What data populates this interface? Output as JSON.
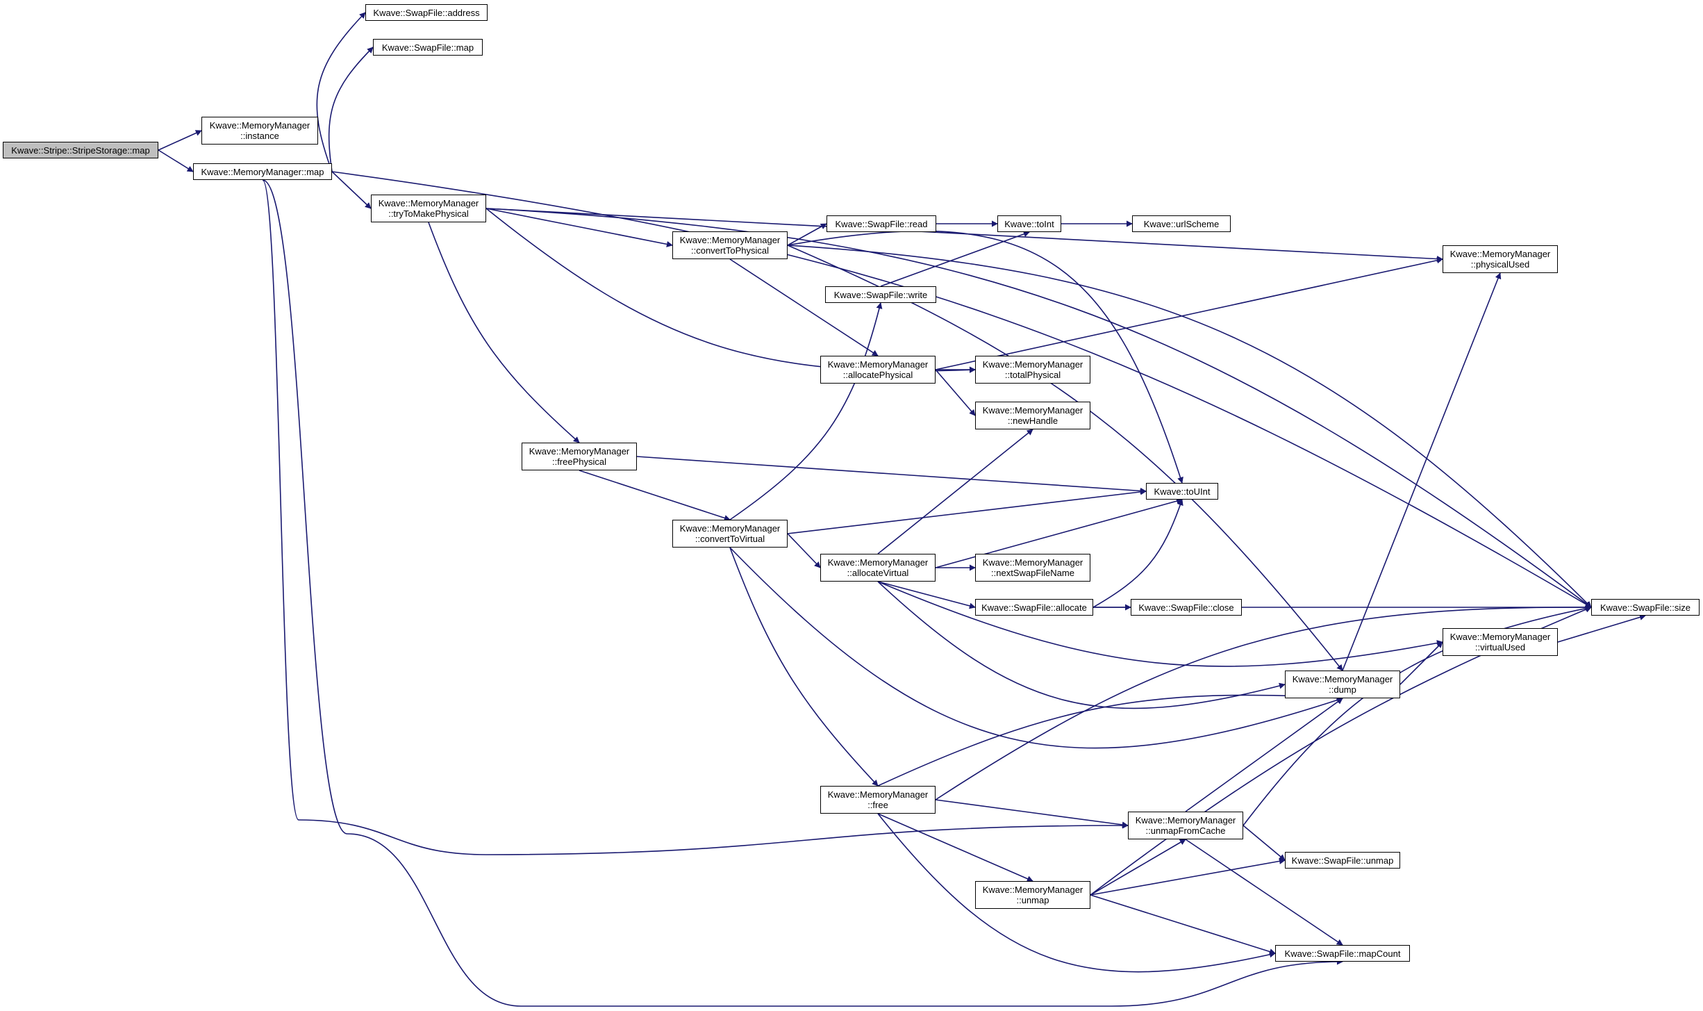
{
  "diagram": {
    "type": "call-graph",
    "colors": {
      "edge": "#191970",
      "node_border": "#000000",
      "root_fill": "#bfbfbf",
      "node_fill": "#ffffff"
    },
    "nodes": [
      {
        "id": "root",
        "lines": [
          "Kwave::Stripe::StripeStorage::map"
        ],
        "root": true
      },
      {
        "id": "mm_instance",
        "lines": [
          "Kwave::MemoryManager",
          "::instance"
        ]
      },
      {
        "id": "mm_map",
        "lines": [
          "Kwave::MemoryManager::map"
        ]
      },
      {
        "id": "sf_address",
        "lines": [
          "Kwave::SwapFile::address"
        ]
      },
      {
        "id": "sf_map",
        "lines": [
          "Kwave::SwapFile::map"
        ]
      },
      {
        "id": "mm_tryToMakePhysical",
        "lines": [
          "Kwave::MemoryManager",
          "::tryToMakePhysical"
        ]
      },
      {
        "id": "mm_convertToPhysical",
        "lines": [
          "Kwave::MemoryManager",
          "::convertToPhysical"
        ]
      },
      {
        "id": "sf_read",
        "lines": [
          "Kwave::SwapFile::read"
        ]
      },
      {
        "id": "k_toInt",
        "lines": [
          "Kwave::toInt"
        ]
      },
      {
        "id": "k_urlScheme",
        "lines": [
          "Kwave::urlScheme"
        ]
      },
      {
        "id": "sf_write",
        "lines": [
          "Kwave::SwapFile::write"
        ]
      },
      {
        "id": "mm_physicalUsed",
        "lines": [
          "Kwave::MemoryManager",
          "::physicalUsed"
        ]
      },
      {
        "id": "mm_allocatePhysical",
        "lines": [
          "Kwave::MemoryManager",
          "::allocatePhysical"
        ]
      },
      {
        "id": "mm_totalPhysical",
        "lines": [
          "Kwave::MemoryManager",
          "::totalPhysical"
        ]
      },
      {
        "id": "mm_newHandle",
        "lines": [
          "Kwave::MemoryManager",
          "::newHandle"
        ]
      },
      {
        "id": "mm_freePhysical",
        "lines": [
          "Kwave::MemoryManager",
          "::freePhysical"
        ]
      },
      {
        "id": "k_toUInt",
        "lines": [
          "Kwave::toUInt"
        ]
      },
      {
        "id": "mm_convertToVirtual",
        "lines": [
          "Kwave::MemoryManager",
          "::convertToVirtual"
        ]
      },
      {
        "id": "mm_allocateVirtual",
        "lines": [
          "Kwave::MemoryManager",
          "::allocateVirtual"
        ]
      },
      {
        "id": "mm_nextSwapFileName",
        "lines": [
          "Kwave::MemoryManager",
          "::nextSwapFileName"
        ]
      },
      {
        "id": "sf_allocate",
        "lines": [
          "Kwave::SwapFile::allocate"
        ]
      },
      {
        "id": "sf_close",
        "lines": [
          "Kwave::SwapFile::close"
        ]
      },
      {
        "id": "sf_size",
        "lines": [
          "Kwave::SwapFile::size"
        ]
      },
      {
        "id": "mm_virtualUsed",
        "lines": [
          "Kwave::MemoryManager",
          "::virtualUsed"
        ]
      },
      {
        "id": "mm_dump",
        "lines": [
          "Kwave::MemoryManager",
          "::dump"
        ]
      },
      {
        "id": "mm_free",
        "lines": [
          "Kwave::MemoryManager",
          "::free"
        ]
      },
      {
        "id": "mm_unmapFromCache",
        "lines": [
          "Kwave::MemoryManager",
          "::unmapFromCache"
        ]
      },
      {
        "id": "sf_unmap",
        "lines": [
          "Kwave::SwapFile::unmap"
        ]
      },
      {
        "id": "mm_unmap",
        "lines": [
          "Kwave::MemoryManager",
          "::unmap"
        ]
      },
      {
        "id": "sf_mapCount",
        "lines": [
          "Kwave::SwapFile::mapCount"
        ]
      }
    ],
    "edges": [
      [
        "root",
        "mm_instance"
      ],
      [
        "root",
        "mm_map"
      ],
      [
        "mm_map",
        "sf_address"
      ],
      [
        "mm_map",
        "sf_map"
      ],
      [
        "mm_map",
        "sf_size"
      ],
      [
        "mm_map",
        "mm_tryToMakePhysical"
      ],
      [
        "mm_map",
        "mm_unmapFromCache"
      ],
      [
        "mm_map",
        "sf_mapCount"
      ],
      [
        "mm_tryToMakePhysical",
        "sf_size"
      ],
      [
        "mm_tryToMakePhysical",
        "mm_physicalUsed"
      ],
      [
        "mm_tryToMakePhysical",
        "mm_convertToPhysical"
      ],
      [
        "mm_tryToMakePhysical",
        "mm_totalPhysical"
      ],
      [
        "mm_tryToMakePhysical",
        "mm_freePhysical"
      ],
      [
        "mm_convertToPhysical",
        "sf_size"
      ],
      [
        "mm_convertToPhysical",
        "sf_read"
      ],
      [
        "mm_convertToPhysical",
        "mm_dump"
      ],
      [
        "mm_convertToPhysical",
        "k_toUInt"
      ],
      [
        "mm_convertToPhysical",
        "mm_allocatePhysical"
      ],
      [
        "sf_read",
        "k_toInt"
      ],
      [
        "k_toInt",
        "k_urlScheme"
      ],
      [
        "sf_write",
        "k_toInt"
      ],
      [
        "mm_allocatePhysical",
        "mm_physicalUsed"
      ],
      [
        "mm_allocatePhysical",
        "mm_totalPhysical"
      ],
      [
        "mm_allocatePhysical",
        "mm_newHandle"
      ],
      [
        "mm_freePhysical",
        "k_toUInt"
      ],
      [
        "mm_freePhysical",
        "mm_convertToVirtual"
      ],
      [
        "mm_convertToVirtual",
        "sf_write"
      ],
      [
        "mm_convertToVirtual",
        "k_toUInt"
      ],
      [
        "mm_convertToVirtual",
        "mm_allocateVirtual"
      ],
      [
        "mm_convertToVirtual",
        "mm_dump"
      ],
      [
        "mm_convertToVirtual",
        "mm_free"
      ],
      [
        "mm_allocateVirtual",
        "mm_newHandle"
      ],
      [
        "mm_allocateVirtual",
        "k_toUInt"
      ],
      [
        "mm_allocateVirtual",
        "mm_nextSwapFileName"
      ],
      [
        "mm_allocateVirtual",
        "sf_allocate"
      ],
      [
        "mm_allocateVirtual",
        "mm_virtualUsed"
      ],
      [
        "mm_allocateVirtual",
        "mm_dump"
      ],
      [
        "sf_allocate",
        "k_toUInt"
      ],
      [
        "sf_allocate",
        "sf_close"
      ],
      [
        "sf_allocate",
        "sf_size"
      ],
      [
        "mm_virtualUsed",
        "sf_size"
      ],
      [
        "mm_dump",
        "mm_physicalUsed"
      ],
      [
        "mm_dump",
        "mm_virtualUsed"
      ],
      [
        "mm_free",
        "mm_dump"
      ],
      [
        "mm_free",
        "sf_size"
      ],
      [
        "mm_free",
        "mm_unmapFromCache"
      ],
      [
        "mm_free",
        "mm_unmap"
      ],
      [
        "mm_free",
        "sf_mapCount"
      ],
      [
        "mm_unmapFromCache",
        "mm_dump"
      ],
      [
        "mm_unmapFromCache",
        "sf_size"
      ],
      [
        "mm_unmapFromCache",
        "sf_unmap"
      ],
      [
        "mm_unmapFromCache",
        "sf_mapCount"
      ],
      [
        "mm_unmap",
        "mm_unmapFromCache"
      ],
      [
        "mm_unmap",
        "sf_unmap"
      ],
      [
        "mm_unmap",
        "sf_size"
      ],
      [
        "mm_unmap",
        "sf_mapCount"
      ]
    ]
  }
}
